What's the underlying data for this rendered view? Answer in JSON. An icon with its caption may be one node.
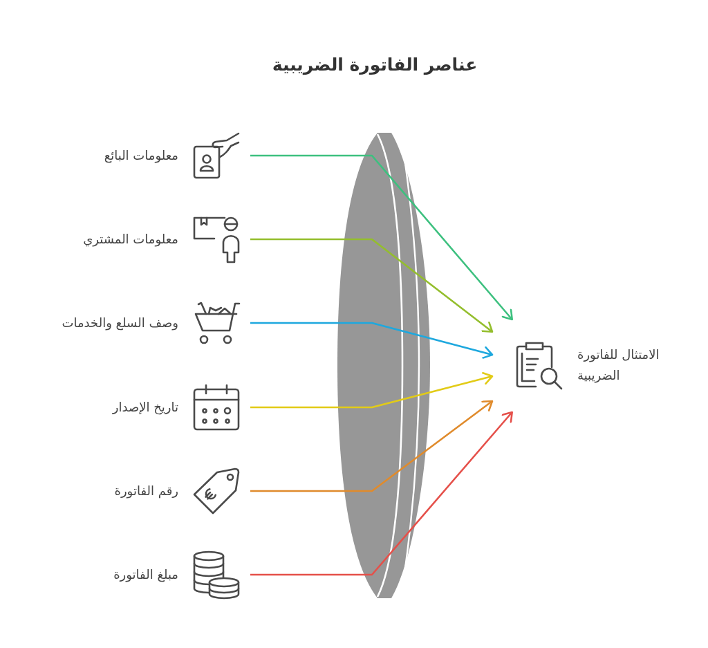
{
  "diagram": {
    "title": "عناصر الفاتورة الضريبية",
    "nodes": [
      {
        "text": [
          "معلومات البائع"
        ]
      },
      {
        "text": [
          "معلومات المشتري"
        ]
      },
      {
        "text": [
          "وصف السلع والخدمات"
        ]
      },
      {
        "text": [
          "تاريخ الإصدار"
        ]
      },
      {
        "text": [
          "رقم الفاتورة"
        ]
      },
      {
        "text": [
          "مبلغ الفاتورة"
        ]
      },
      {
        "text": [
          "الامتثال للفاتورة الضريبية"
        ]
      }
    ],
    "edges": [
      {
        "from": 0,
        "to": 6,
        "arrow": "to",
        "color": "#3dc07f"
      },
      {
        "from": 1,
        "to": 6,
        "arrow": "to",
        "color": "#94be2d"
      },
      {
        "from": 2,
        "to": 6,
        "arrow": "to",
        "color": "#1ea8de"
      },
      {
        "from": 3,
        "to": 6,
        "arrow": "to",
        "color": "#e2cb17"
      },
      {
        "from": 4,
        "to": 6,
        "arrow": "to",
        "color": "#e08b2c"
      },
      {
        "from": 5,
        "to": 6,
        "arrow": "to",
        "color": "#e5504a"
      }
    ]
  }
}
